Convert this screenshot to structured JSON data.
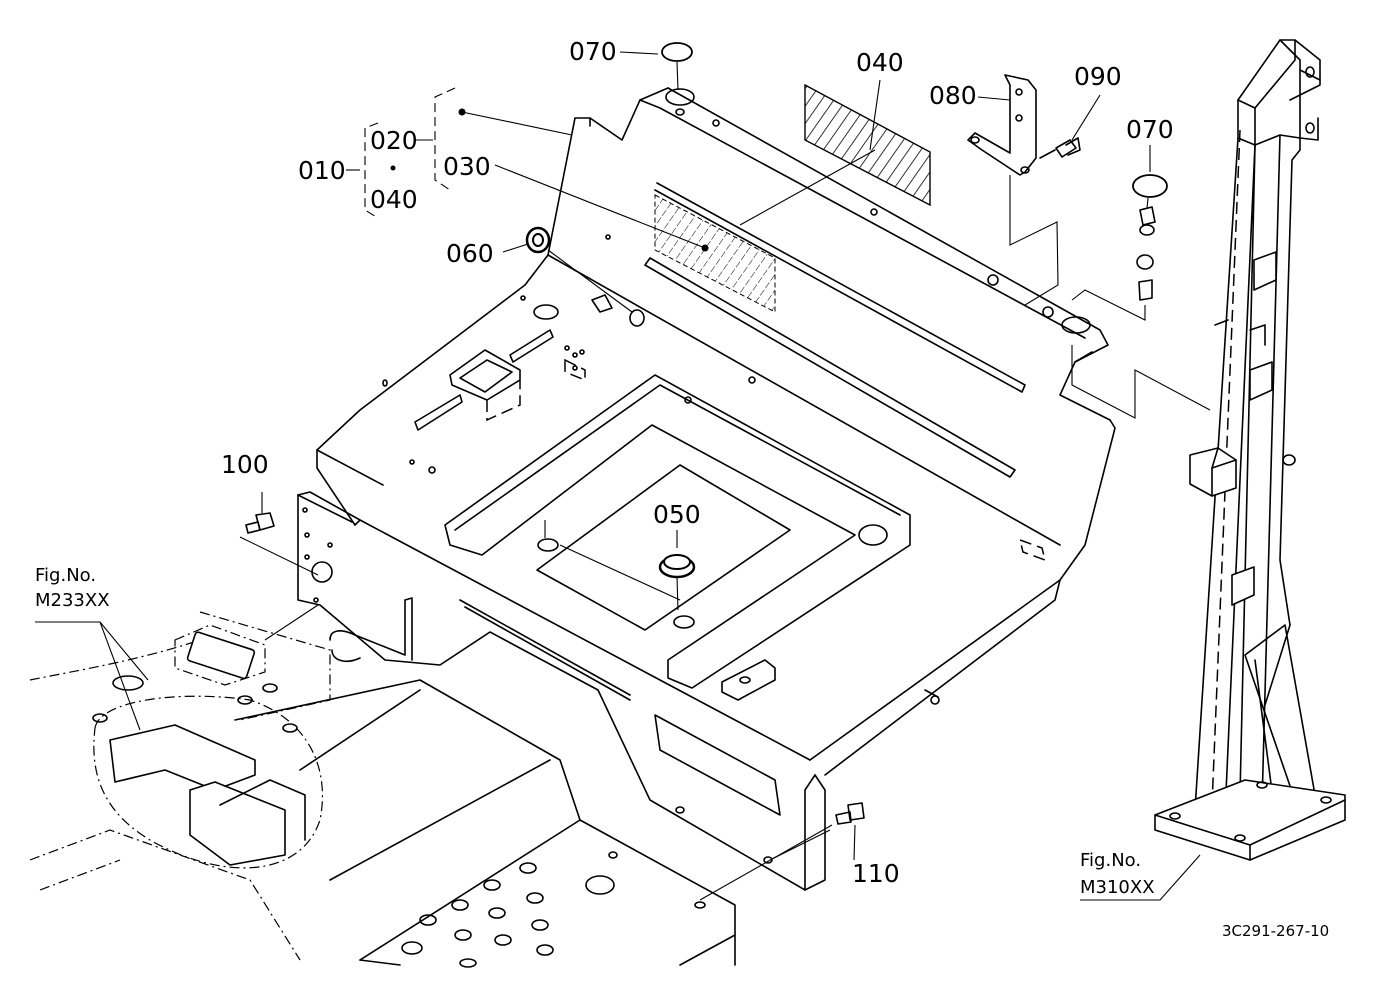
{
  "diagram": {
    "part_labels": {
      "p010": "010",
      "p020": "020",
      "p030": "030",
      "p040_group": "040",
      "p040": "040",
      "p050": "050",
      "p060": "060",
      "p070_left": "070",
      "p070_right": "070",
      "p080": "080",
      "p090": "090",
      "p100": "100",
      "p110": "110"
    },
    "figure_refs": {
      "left_line1": "Fig.No.",
      "left_line2": "M233XX",
      "right_line1": "Fig.No.",
      "right_line2": "M310XX"
    },
    "drawing_code": "3C291-267-10"
  }
}
